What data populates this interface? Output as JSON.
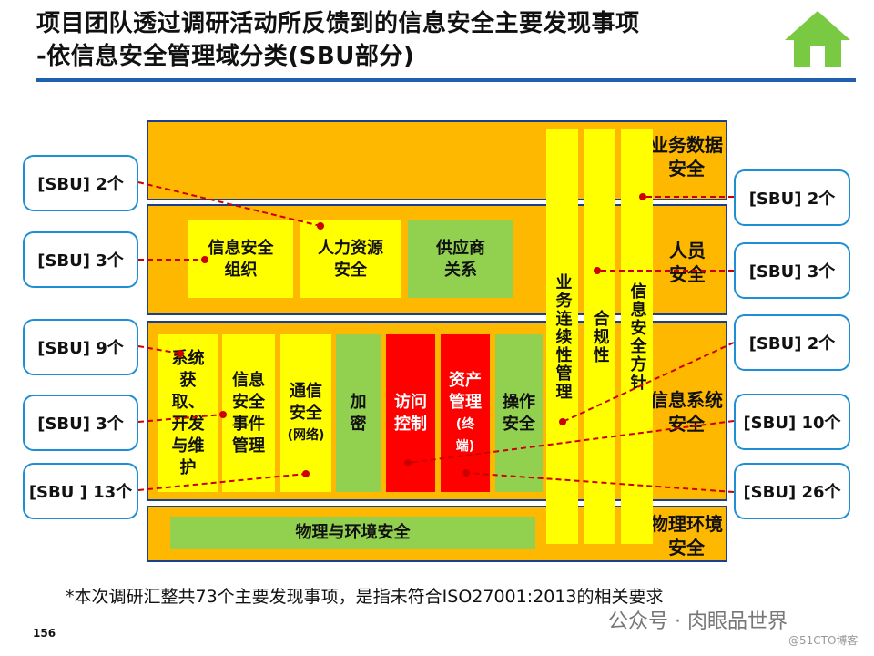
{
  "title_line1": "项目团队透过调研活动所反馈到的信息安全主要发现事项",
  "title_line2": "-依信息安全管理域分类(SBU部分)",
  "colors": {
    "band": "#ffb800",
    "band_border": "#1b3f8f",
    "yellow": "#ffff00",
    "green": "#92d050",
    "red": "#ff0000",
    "callout_border": "#1e8fd4",
    "connector": "#cc0000",
    "home": "#7ac943"
  },
  "home_icon": "home-icon",
  "layers": {
    "business_data": "业务数据安全",
    "personnel": "人员安全",
    "info_system": "信息系统安全",
    "physical": "物理环境安全"
  },
  "personnel_boxes": {
    "org": "信息安全组织",
    "hr": "人力资源安全",
    "supplier": "供应商关系"
  },
  "system_boxes": {
    "acquisition": "系统获取、开发与维护",
    "incident": "信息安全事件管理",
    "comm": "通信安全",
    "comm_sub": "(网络)",
    "crypto": "加密",
    "access": "访问控制",
    "asset": "资产管理",
    "asset_sub": "(终端)",
    "ops": "操作安全"
  },
  "physical_box": "物理与环境安全",
  "vertical_bars": {
    "continuity": "业务连续性管理",
    "compliance": "合规性",
    "policy": "信息安全方针"
  },
  "callouts_left": [
    "[SBU] 2个",
    "[SBU] 3个",
    "[SBU] 9个",
    "[SBU] 3个",
    "[SBU ] 13个"
  ],
  "callouts_right": [
    "[SBU] 2个",
    "[SBU] 3个",
    "[SBU] 2个",
    "[SBU] 10个",
    "[SBU] 26个"
  ],
  "footnote": "*本次调研汇整共73个主要发现事项，是指未符合ISO27001:2013的相关要求",
  "page_number": "156",
  "watermark": "公众号 · 肉眼品世界",
  "watermark_sub": "@51CTO博客"
}
